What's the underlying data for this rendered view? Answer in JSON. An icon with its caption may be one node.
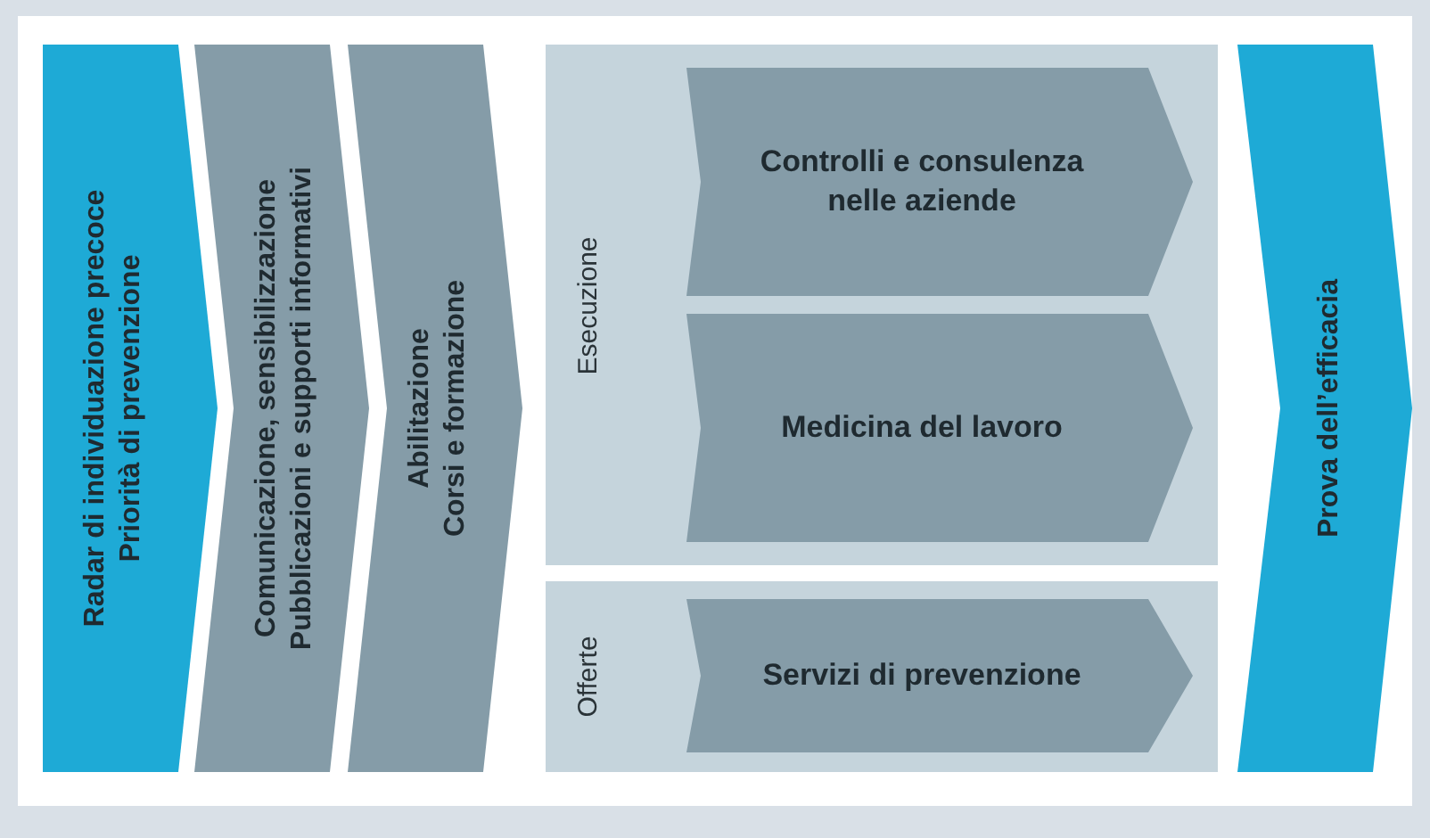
{
  "diagram": {
    "nodes": [
      {
        "text": [
          "Radar di individuazione precoce",
          "Priorità di prevenzione"
        ]
      },
      {
        "text": [
          "Comunicazione, sensibilizzazione",
          "Pubblicazioni e supporti informativi"
        ]
      },
      {
        "text": [
          "Abilitazione",
          "Corsi e formazione"
        ]
      },
      {
        "text": [
          "Esecuzione"
        ]
      },
      {
        "text": [
          "Controlli e consulenza nelle aziende"
        ],
        "in": 3
      },
      {
        "text": [
          "Medicina del lavoro"
        ],
        "in": 3
      },
      {
        "text": [
          "Offerte"
        ]
      },
      {
        "text": [
          "Servizi di prevenzione"
        ],
        "in": 6
      },
      {
        "text": [
          "Prova dell’efficacia"
        ]
      }
    ]
  }
}
